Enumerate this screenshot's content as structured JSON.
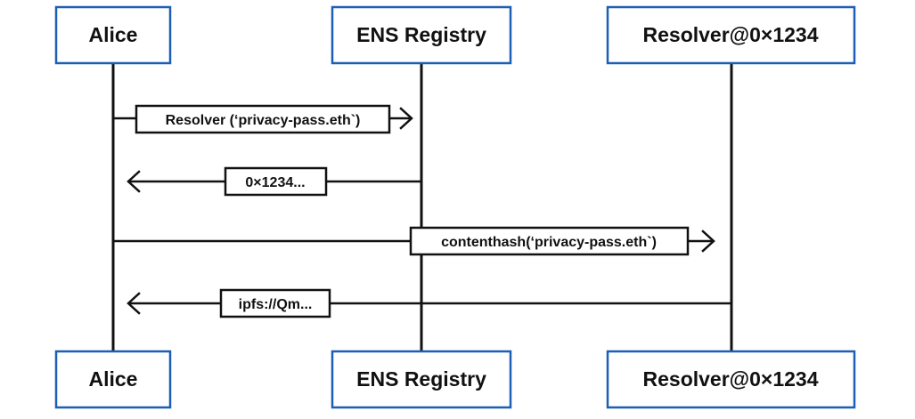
{
  "actors": [
    {
      "name": "Alice"
    },
    {
      "name": "ENS Registry"
    },
    {
      "name": "Resolver@0×1234"
    }
  ],
  "messages": [
    {
      "from": "Alice",
      "to": "ENS Registry",
      "label": "Resolver (‘privacy-pass.eth`)"
    },
    {
      "from": "ENS Registry",
      "to": "Alice",
      "label": "0×1234..."
    },
    {
      "from": "Alice",
      "to": "Resolver@0×1234",
      "label": "contenthash(‘privacy-pass.eth`)"
    },
    {
      "from": "Resolver@0×1234",
      "to": "Alice",
      "label": "ipfs://Qm..."
    }
  ],
  "colors": {
    "actor_border": "#1c5fb4",
    "line": "#111111"
  }
}
